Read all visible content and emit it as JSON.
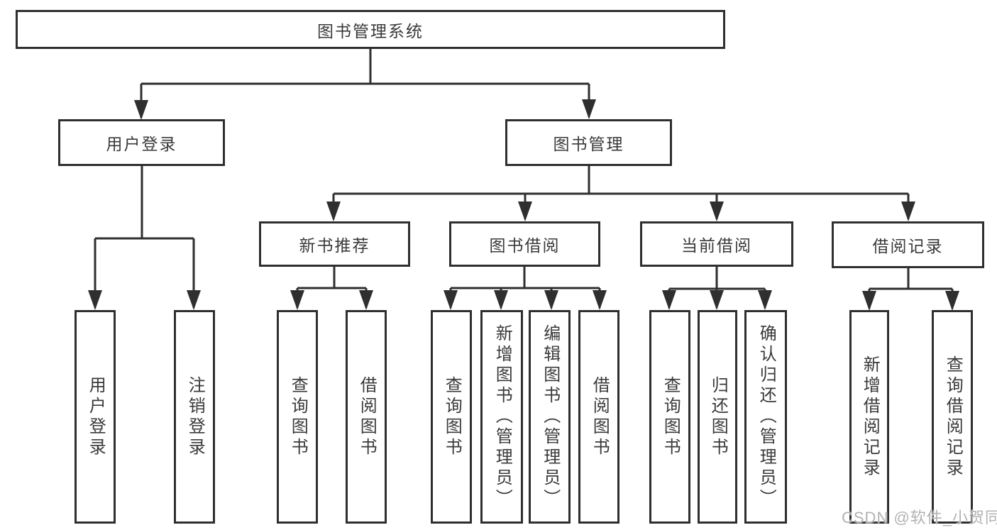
{
  "diagram": {
    "title": "图书管理系统",
    "tree": {
      "root": {
        "label": "图书管理系统"
      },
      "children": [
        {
          "label": "用户登录",
          "children": [
            {
              "label": "用户登录"
            },
            {
              "label": "注销登录"
            }
          ]
        },
        {
          "label": "图书管理",
          "children": [
            {
              "label": "新书推荐",
              "children": [
                {
                  "label": "查询图书"
                },
                {
                  "label": "借阅图书"
                }
              ]
            },
            {
              "label": "图书借阅",
              "children": [
                {
                  "label": "查询图书"
                },
                {
                  "label": "新增图书（管理员）"
                },
                {
                  "label": "编辑图书（管理员）"
                },
                {
                  "label": "借阅图书"
                }
              ]
            },
            {
              "label": "当前借阅",
              "children": [
                {
                  "label": "查询图书"
                },
                {
                  "label": "归还图书"
                },
                {
                  "label": "确认归还（管理员）"
                }
              ]
            },
            {
              "label": "借阅记录",
              "children": [
                {
                  "label": "新增借阅记录"
                },
                {
                  "label": "查询借阅记录"
                }
              ]
            }
          ]
        }
      ]
    },
    "colors": {
      "line": "#2f2f2f",
      "box_border": "#2f2f2f",
      "text": "#3a3a3a",
      "background": "#ffffff",
      "watermark": "#b2b2b2"
    }
  },
  "watermark": {
    "text": "CSDN @软件_小贺同学"
  }
}
